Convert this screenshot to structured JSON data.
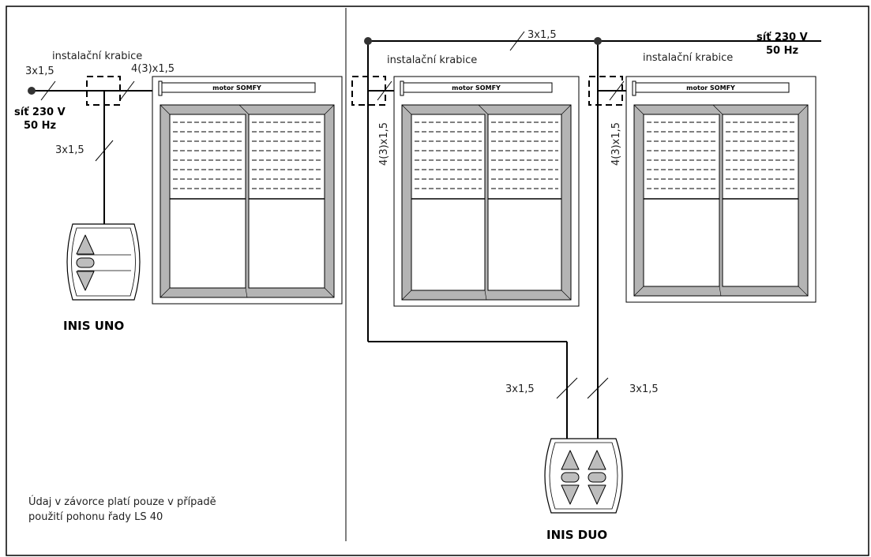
{
  "labels": {
    "left_wire_in": "3x1,5",
    "left_box": "instalační krabice",
    "left_motor_wire": "4(3)x1,5",
    "left_mains_1": "síť 230 V",
    "left_mains_2": "50 Hz",
    "left_switch_wire": "3x1,5",
    "top_wire": "3x1,5",
    "right_mains_1": "síť 230 V",
    "right_mains_2": "50 Hz",
    "mid_box": "instalační krabice",
    "right_box": "instalační krabice",
    "mid_motor_wire": "4(3)x1,5",
    "right_motor_wire": "4(3)x1,5",
    "duo_wire_left": "3x1,5",
    "duo_wire_right": "3x1,5"
  },
  "motors": [
    "motor SOMFY",
    "motor SOMFY",
    "motor SOMFY"
  ],
  "switches": {
    "uno": "INIS UNO",
    "duo": "INIS DUO"
  },
  "note": {
    "line1": "Údaj v závorce platí pouze v případě",
    "line2": "použití pohonu řady LS 40"
  }
}
